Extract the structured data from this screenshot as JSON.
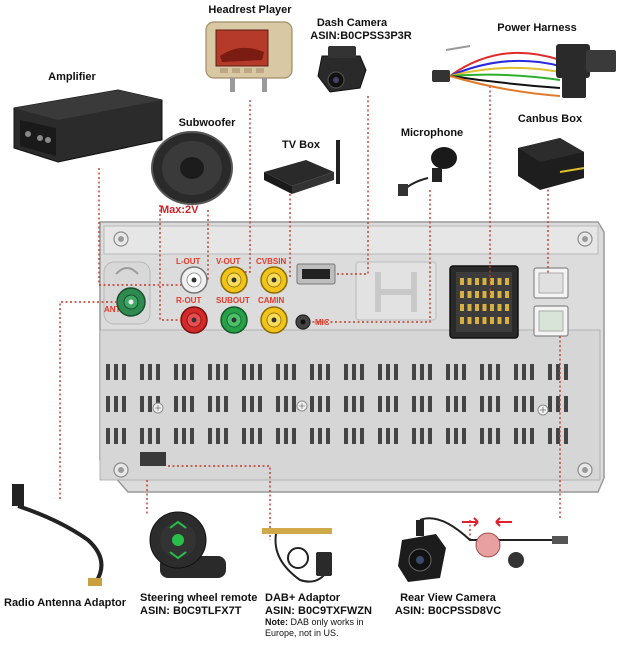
{
  "labels": {
    "headrest_player": "Headrest Player",
    "dash_camera": "Dash Camera",
    "dash_camera_asin": "ASIN:B0CPSS3P3R",
    "power_harness": "Power Harness",
    "amplifier": "Amplifier",
    "subwoofer": "Subwoofer",
    "max_voltage": "Max:2V",
    "tv_box": "TV Box",
    "microphone": "Microphone",
    "canbus_box": "Canbus Box",
    "radio_antenna": "Radio Antenna Adaptor",
    "steering_remote": "Steering wheel remote",
    "steering_remote_asin": "ASIN: B0C9TLFX7T",
    "dab_adaptor": "DAB+ Adaptor",
    "dab_adaptor_asin": "ASIN: B0C9TXFWZN",
    "dab_note_label": "Note:",
    "dab_note_text": "DAB only works in Europe, not in US.",
    "rear_camera": "Rear View Camera",
    "rear_camera_asin": "ASIN: B0CPSSD8VC"
  },
  "ports": {
    "l_out": "L-OUT",
    "v_out": "V-OUT",
    "cvbsin": "CVBSIN",
    "r_out": "R-OUT",
    "subout": "SUBOUT",
    "camin": "CAMIN",
    "mic": "MIC",
    "ant": "ANT"
  },
  "colors": {
    "line": "#c0392b",
    "rca_red": "#d42a2a",
    "rca_white": "#f2f2f2",
    "rca_yellow": "#f0c419",
    "rca_green": "#27a04a",
    "antenna_green": "#2f8a4f",
    "max_voltage": "#d0202a"
  }
}
